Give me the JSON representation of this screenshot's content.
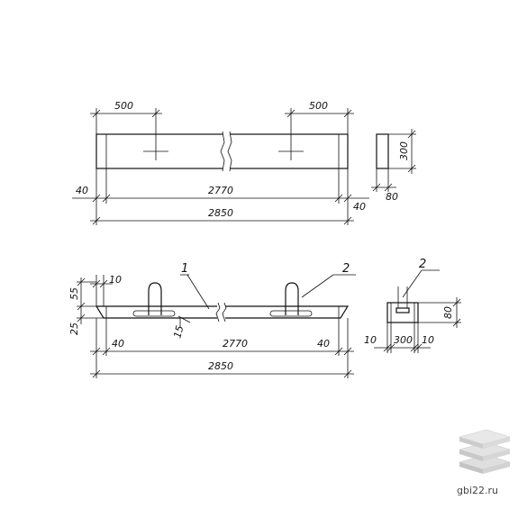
{
  "top_view": {
    "dim_left_span": "500",
    "dim_right_span": "500",
    "dim_left_end": "40",
    "dim_inner": "2770",
    "dim_right_end": "40",
    "dim_total": "2850"
  },
  "end_view": {
    "dim_height": "300",
    "dim_width": "80"
  },
  "side_view": {
    "dim_top_small": "10",
    "dim_55": "55",
    "dim_25": "25",
    "dim_15": "15",
    "dim_left_end": "40",
    "dim_inner": "2770",
    "dim_right_end": "40",
    "dim_total": "2850",
    "label_1": "1",
    "label_2": "2"
  },
  "section_view": {
    "label_2": "2",
    "dim_height": "80",
    "dim_left": "10",
    "dim_width": "300",
    "dim_right": "10"
  },
  "watermark": {
    "text": "gbi22.ru",
    "icon": "stacked-slabs-icon"
  }
}
